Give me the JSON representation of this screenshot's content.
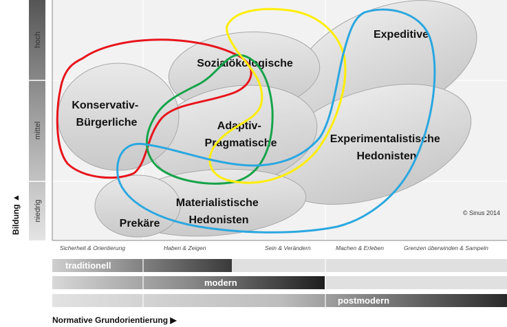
{
  "y_axis": {
    "name": "Bildung ▲",
    "levels": [
      "hoch",
      "mittel",
      "niedrig"
    ]
  },
  "x_axis": {
    "name": "Normative Grundorientierung ▶",
    "categories": [
      "Sicherheit & Orientierung",
      "Haben & Zeigen",
      "Sein & Verändern",
      "Machen & Erleben",
      "Grenzen überwinden & Sampeln"
    ]
  },
  "milieus": [
    {
      "id": "expeditive",
      "label": "Expeditive"
    },
    {
      "id": "sozialoekologische",
      "label": "Sozialökologische"
    },
    {
      "id": "konservativ-buergerliche",
      "lines": [
        "Konservativ-",
        "Bürgerliche"
      ]
    },
    {
      "id": "adaptiv-pragmatische",
      "lines": [
        "Adaptiv-",
        "Pragmatische"
      ]
    },
    {
      "id": "experimentalistische-hedonisten",
      "lines": [
        "Experimentalistische",
        "Hedonisten"
      ]
    },
    {
      "id": "materialistische-hedonisten",
      "lines": [
        "Materialistische",
        "Hedonisten"
      ]
    },
    {
      "id": "prekaere",
      "label": "Prekäre"
    }
  ],
  "outlines": [
    {
      "name": "red",
      "color": "#e8141c"
    },
    {
      "name": "green",
      "color": "#16a34a"
    },
    {
      "name": "yellow",
      "color": "#ffee00"
    },
    {
      "name": "blue",
      "color": "#2aa7e0"
    }
  ],
  "bars": [
    {
      "label": "traditionell"
    },
    {
      "label": "modern"
    },
    {
      "label": "postmodern"
    }
  ],
  "copyright": "© Sinus 2014"
}
